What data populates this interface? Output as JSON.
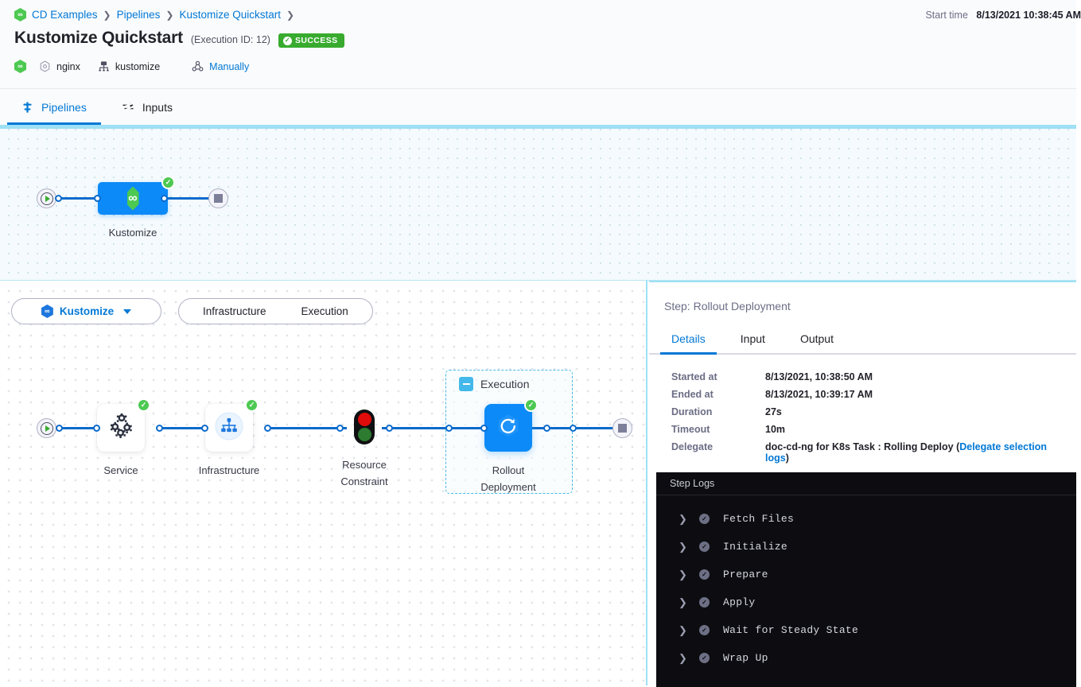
{
  "header": {
    "breadcrumb": [
      {
        "label": "CD Examples",
        "icon": "harness-hex-icon"
      },
      {
        "label": "Pipelines"
      },
      {
        "label": "Kustomize Quickstart"
      }
    ],
    "title": "Kustomize Quickstart",
    "execution_id": "(Execution ID: 12)",
    "status_badge": "SUCCESS",
    "status_color": "#38ab2f",
    "start_time_label": "Start time",
    "start_time_value": "8/13/2021 10:38:45 AM",
    "meta": [
      {
        "label": "nginx",
        "icon": "service-hexagon-icon"
      },
      {
        "label": "kustomize",
        "icon": "environment-icon"
      },
      {
        "label": "Manually",
        "icon": "trigger-icon",
        "link": true
      }
    ]
  },
  "tabs": [
    {
      "label": "Pipelines",
      "icon": "pipeline-icon",
      "active": true
    },
    {
      "label": "Inputs",
      "icon": "inputs-icon",
      "active": false
    }
  ],
  "top_canvas": {
    "start_node": "start-node",
    "stage": {
      "label": "Kustomize",
      "status": "success",
      "icon": "harness-hex-icon"
    },
    "end_node": "stop-node"
  },
  "selector": {
    "stage_label": "Kustomize",
    "pill_tabs": [
      {
        "label": "Infrastructure"
      },
      {
        "label": "Execution"
      }
    ]
  },
  "graph": {
    "nodes": [
      {
        "name": "Service",
        "icon": "service-gears-icon",
        "status": "success"
      },
      {
        "name": "Infrastructure",
        "icon": "infrastructure-icon",
        "status": "success"
      },
      {
        "name": "Resource\nConstraint",
        "icon": "traffic-light-icon",
        "status": "none"
      },
      {
        "name": "Rollout\nDeployment",
        "icon": "rollout-icon",
        "status": "success"
      }
    ],
    "group": {
      "label": "Execution",
      "collapse_icon": "minus-icon"
    }
  },
  "right_panel": {
    "title": "Step: Rollout Deployment",
    "tabs": [
      {
        "label": "Details",
        "active": true
      },
      {
        "label": "Input",
        "active": false
      },
      {
        "label": "Output",
        "active": false
      }
    ],
    "details": [
      {
        "key": "Started at",
        "value": "8/13/2021, 10:38:50 AM"
      },
      {
        "key": "Ended at",
        "value": "8/13/2021, 10:39:17 AM"
      },
      {
        "key": "Duration",
        "value": "27s"
      },
      {
        "key": "Timeout",
        "value": "10m"
      },
      {
        "key": "Delegate",
        "value": "doc-cd-ng for K8s Task : Rolling Deploy (",
        "link": "Delegate selection logs",
        "value_tail": ")"
      }
    ]
  },
  "console": {
    "title": "Step Logs",
    "rows": [
      {
        "label": "Fetch Files",
        "status": "success"
      },
      {
        "label": "Initialize",
        "status": "success"
      },
      {
        "label": "Prepare",
        "status": "success"
      },
      {
        "label": "Apply",
        "status": "success"
      },
      {
        "label": "Wait for Steady State",
        "status": "success"
      },
      {
        "label": "Wrap Up",
        "status": "success"
      }
    ]
  }
}
